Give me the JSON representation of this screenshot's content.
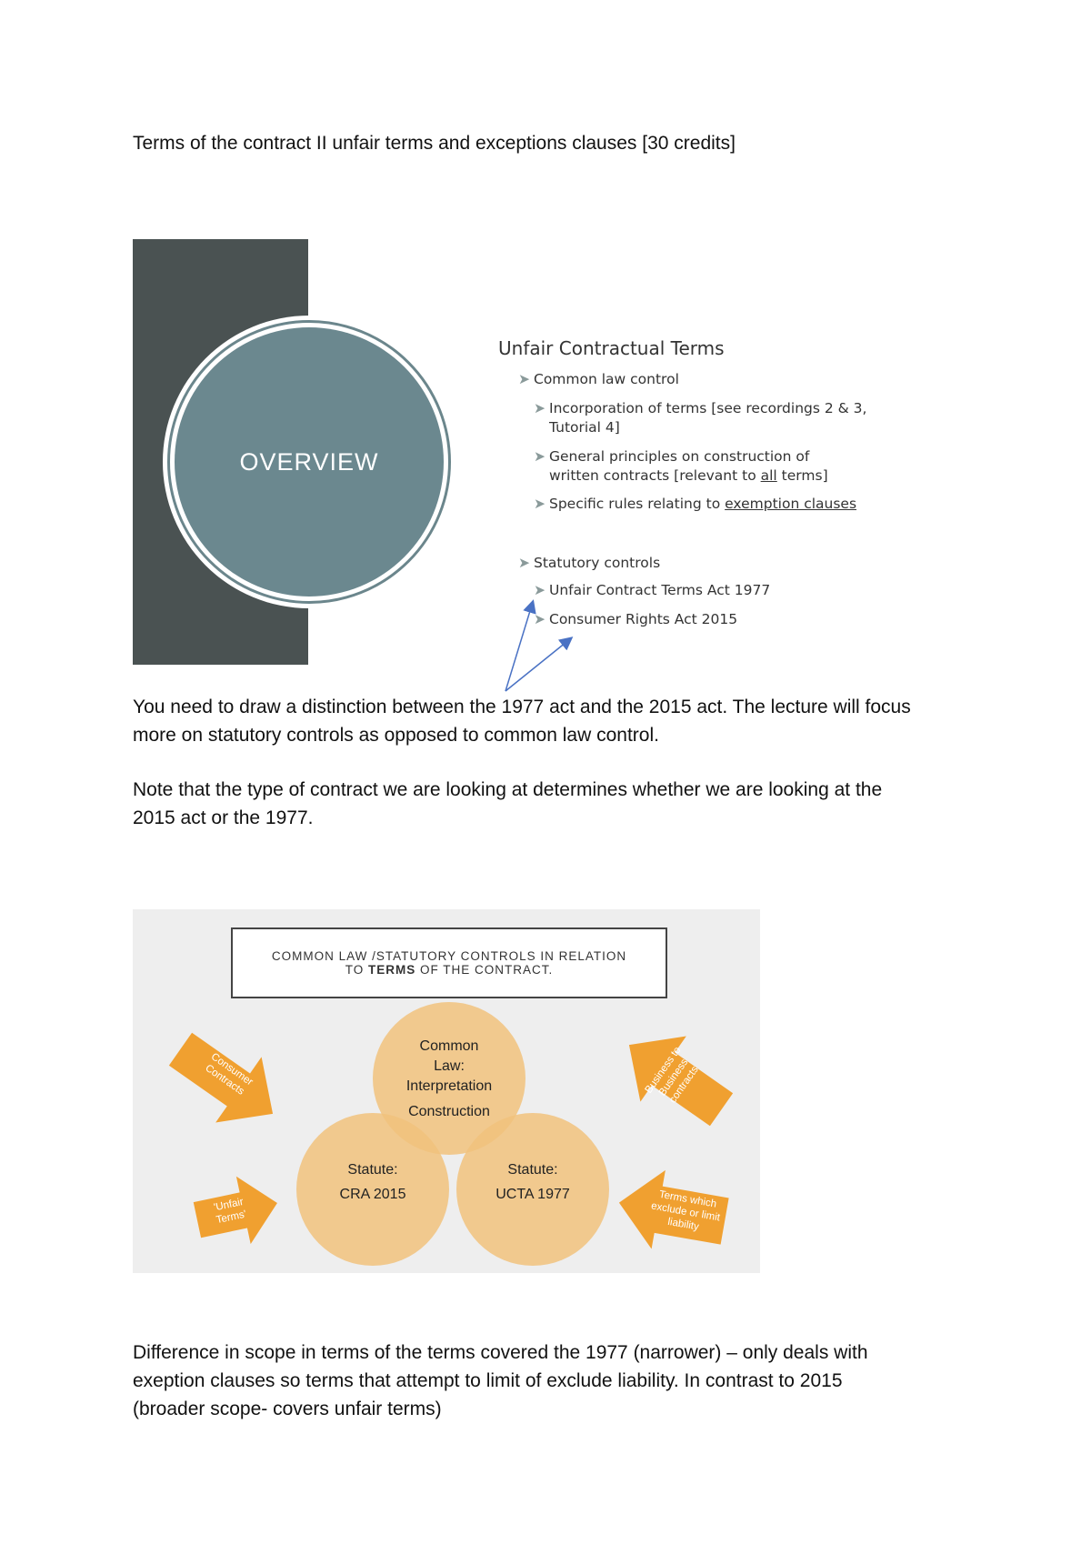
{
  "heading": "Terms of the contract II unfair terms and exceptions clauses [30 credits]",
  "overview_slide": {
    "circle_label": "OVERVIEW",
    "title": "Unfair Contractual Terms",
    "bullets": {
      "common_law": "Common law control",
      "incorporation_1": "Incorporation of terms [see recordings 2 & 3,",
      "incorporation_2": "Tutorial 4]",
      "general_1": "General principles on construction of",
      "general_2a": "written contracts [relevant to ",
      "general_2b": "all",
      "general_2c": " terms]",
      "specific_a": "Specific rules relating to ",
      "specific_b": "exemption clauses",
      "statutory": "Statutory controls",
      "ucta": "Unfair Contract Terms Act 1977",
      "cra": "Consumer Rights Act 2015"
    },
    "arrow_color": "#4a72c4"
  },
  "paragraph1": {
    "line1": "You need to draw a distinction between the 1977 act and the 2015 act. The lecture will focus",
    "line2": "more on statutory controls as opposed to common law control."
  },
  "paragraph2": {
    "line1": "Note that the type of contract we are looking at determines whether we are looking at the",
    "line2": "2015 act or the 1977."
  },
  "diagram_slide": {
    "title_line1": "COMMON LAW /STATUTORY CONTROLS IN RELATION",
    "title_line2_a": "TO ",
    "title_line2_b": "TERMS",
    "title_line2_c": " OF THE CONTRACT.",
    "bubble_top": [
      "Common",
      "Law:",
      "Interpretation",
      "Construction"
    ],
    "bubble_left": [
      "Statute:",
      "CRA 2015"
    ],
    "bubble_right": [
      "Statute:",
      "UCTA 1977"
    ],
    "arrows": {
      "consumer": [
        "Consumer",
        "Contracts"
      ],
      "unfair": [
        "'Unfair",
        "Terms'"
      ],
      "business": [
        "Business to",
        "Business",
        "contracts"
      ],
      "exclude": [
        "Terms which",
        "exclude or limit",
        "liability"
      ]
    },
    "colors": {
      "bubble": "#f1c27d",
      "arrow": "#f0a030"
    }
  },
  "paragraph3": {
    "line1": "Difference in scope in terms of the terms covered the 1977 (narrower) – only deals with",
    "line2": "exeption clauses so terms that attempt to limit of exclude liability. In contrast to 2015",
    "line3": "(broader scope- covers unfair terms)"
  }
}
